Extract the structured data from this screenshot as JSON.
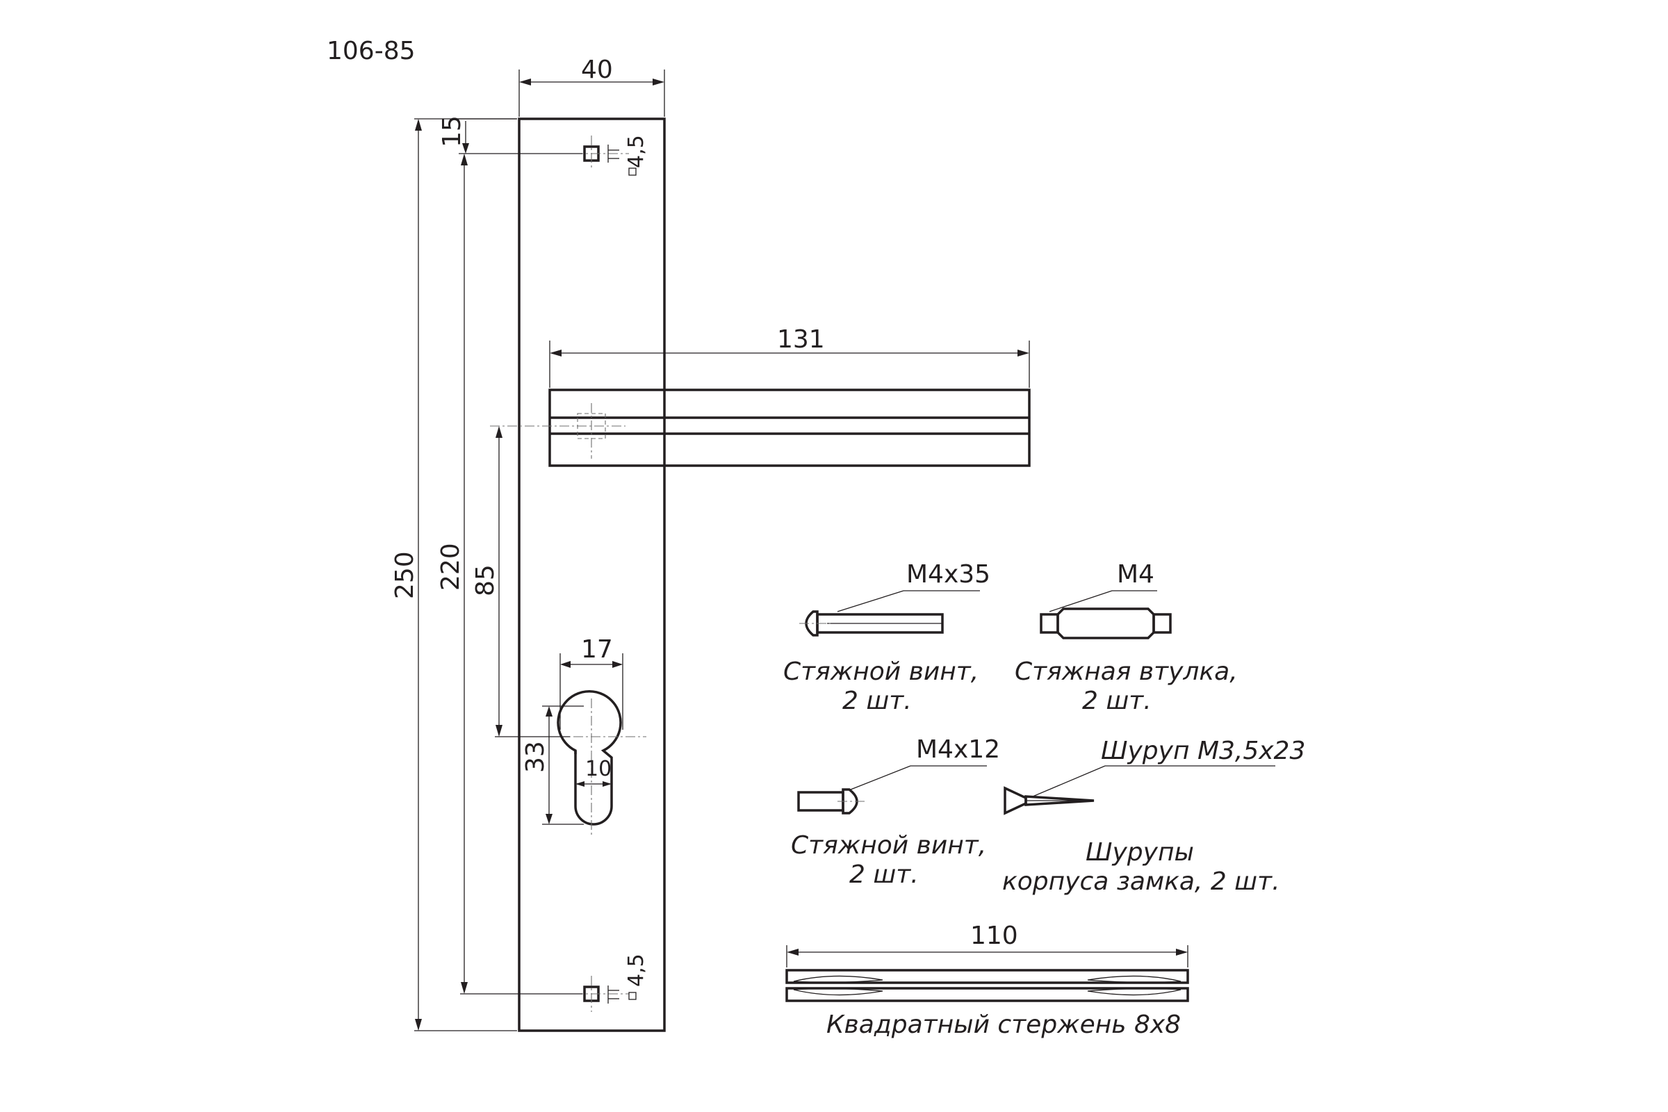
{
  "drawing": {
    "code": "106-85",
    "dimensions": {
      "plate_width": "40",
      "top_screw_offset": "15",
      "screw_square": "4,5",
      "total_height": "250",
      "screw_spacing": "220",
      "spindle_to_cylinder": "85",
      "handle_length": "131",
      "cylinder_width": "17",
      "cylinder_height": "33",
      "cylinder_slot_width": "10",
      "square_bar_length": "110"
    },
    "parts": [
      {
        "spec": "М4x35",
        "caption_line1": "Стяжной винт,",
        "caption_line2": "2 шт."
      },
      {
        "spec": "М4",
        "caption_line1": "Стяжная втулка,",
        "caption_line2": "2 шт."
      },
      {
        "spec": "М4x12",
        "caption_line1": "Стяжной винт,",
        "caption_line2": "2 шт."
      },
      {
        "spec": "Шуруп М3,5x23",
        "caption_line1": "Шурупы",
        "caption_line2": "корпуса замка, 2 шт."
      }
    ],
    "square_bar_caption": "Квадратный стержень 8x8"
  }
}
